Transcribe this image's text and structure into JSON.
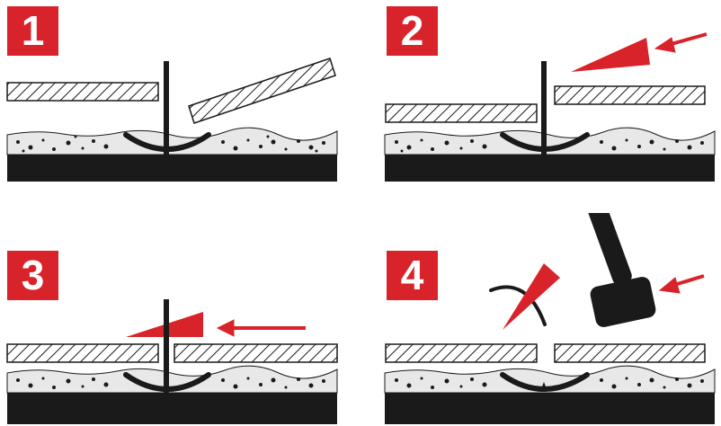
{
  "steps": [
    {
      "number": "1"
    },
    {
      "number": "2"
    },
    {
      "number": "3"
    },
    {
      "number": "4"
    }
  ],
  "colors": {
    "accent": "#d9232a",
    "dark": "#1a1a1a",
    "adhesive": "#e4e4e4"
  }
}
